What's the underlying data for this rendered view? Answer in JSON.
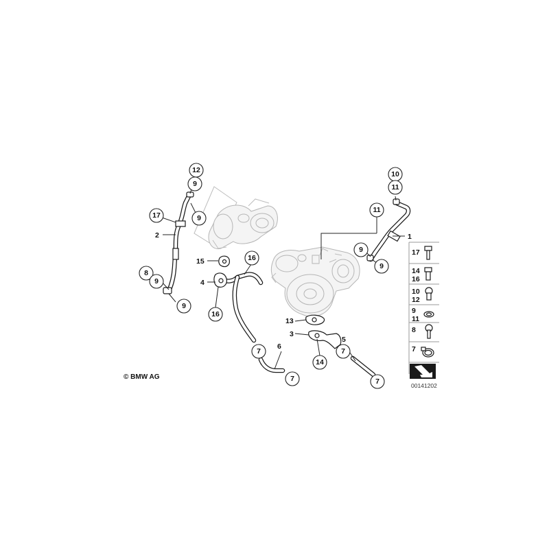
{
  "diagram": {
    "copyright": "© BMW AG",
    "reference_number": "00141202",
    "callouts": [
      "12",
      "9",
      "17",
      "2",
      "9",
      "8",
      "9",
      "9",
      "15",
      "4",
      "16",
      "16",
      "10",
      "11",
      "11",
      "9",
      "9",
      "13",
      "3",
      "14",
      "7",
      "6",
      "7",
      "7",
      "5",
      "7"
    ],
    "plain_labels": [
      "2",
      "15",
      "4",
      "1",
      "13",
      "3",
      "6",
      "5"
    ],
    "legend": [
      {
        "label": "17"
      },
      {
        "label": "14\n16"
      },
      {
        "label": "10\n12"
      },
      {
        "label": "9\n11"
      },
      {
        "label": "8"
      },
      {
        "label": "7"
      }
    ]
  }
}
